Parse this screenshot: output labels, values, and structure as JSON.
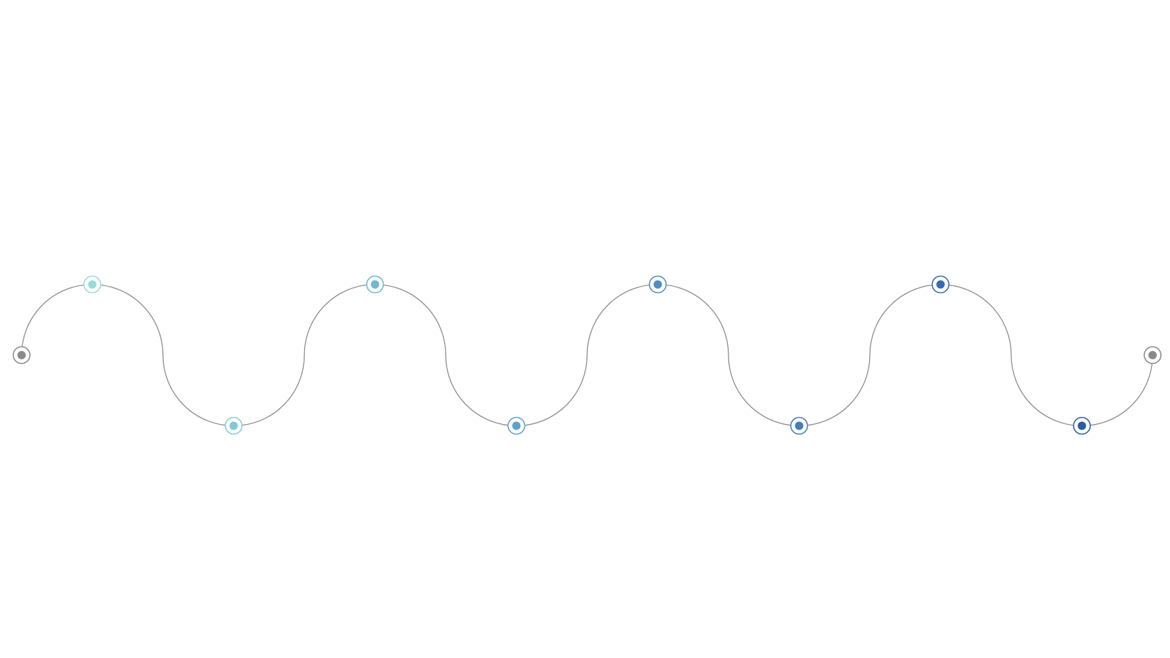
{
  "diagram": {
    "line_color": "#8a8a8a",
    "nodes": [
      {
        "kind": "endpoint",
        "position": "mid",
        "color": "#8a8a8a"
      },
      {
        "kind": "milestone",
        "position": "top",
        "color": "#9adbd6"
      },
      {
        "kind": "milestone",
        "position": "bottom",
        "color": "#82cad8"
      },
      {
        "kind": "milestone",
        "position": "top",
        "color": "#6fb7d0"
      },
      {
        "kind": "milestone",
        "position": "bottom",
        "color": "#5ea2c8"
      },
      {
        "kind": "milestone",
        "position": "top",
        "color": "#4f8fbf"
      },
      {
        "kind": "milestone",
        "position": "bottom",
        "color": "#427eb8"
      },
      {
        "kind": "milestone",
        "position": "top",
        "color": "#336cb0"
      },
      {
        "kind": "milestone",
        "position": "bottom",
        "color": "#2a5da4"
      },
      {
        "kind": "endpoint",
        "position": "mid",
        "color": "#8a8a8a"
      }
    ]
  }
}
